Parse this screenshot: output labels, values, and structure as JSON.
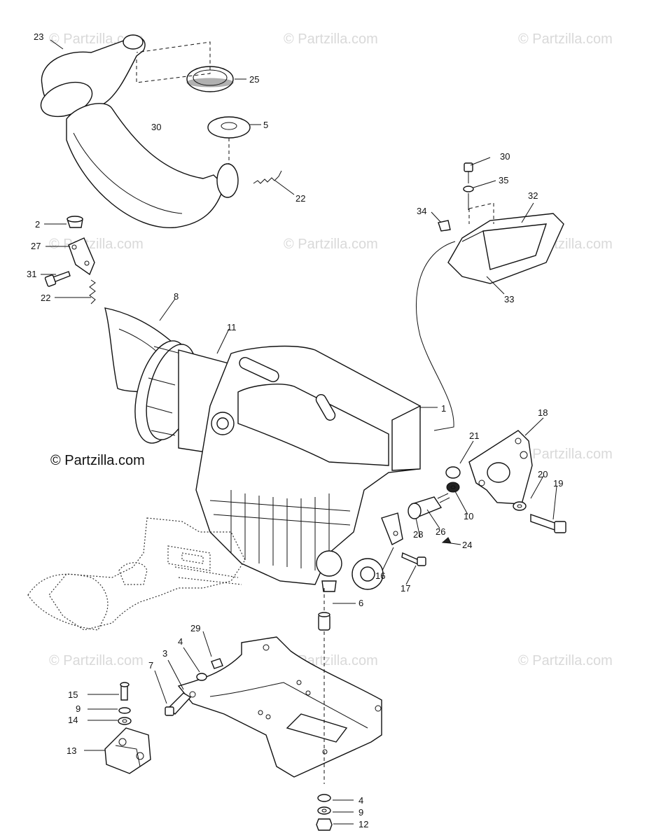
{
  "watermark": "© Partzilla.com",
  "copyright": "© Partzilla.com",
  "callouts": {
    "c1": "1",
    "c2": "2",
    "c3": "3",
    "c4a": "4",
    "c4b": "4",
    "c5": "5",
    "c6": "6",
    "c7": "7",
    "c8": "8",
    "c9a": "9",
    "c9b": "9",
    "c10": "10",
    "c11": "11",
    "c12": "12",
    "c13": "13",
    "c14": "14",
    "c15": "15",
    "c16": "16",
    "c17": "17",
    "c18": "18",
    "c19": "19",
    "c20": "20",
    "c21": "21",
    "c22a": "22",
    "c22b": "22",
    "c23": "23",
    "c24": "24",
    "c25": "25",
    "c26": "26",
    "c27": "27",
    "c28": "28",
    "c29": "29",
    "c30a": "30",
    "c30b": "30",
    "c31": "31",
    "c32": "32",
    "c33": "33",
    "c34": "34",
    "c35": "35"
  }
}
